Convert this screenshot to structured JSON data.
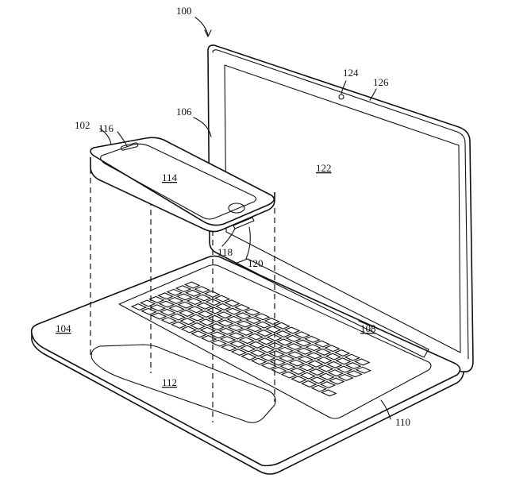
{
  "labels": {
    "r100": "100",
    "r102": "102",
    "r104": "104",
    "r106": "106",
    "r108": "108",
    "r110": "110",
    "r112": "112",
    "r114": "114",
    "r116": "116",
    "r118": "118",
    "r120": "120",
    "r122": "122",
    "r124": "124",
    "r126": "126"
  }
}
